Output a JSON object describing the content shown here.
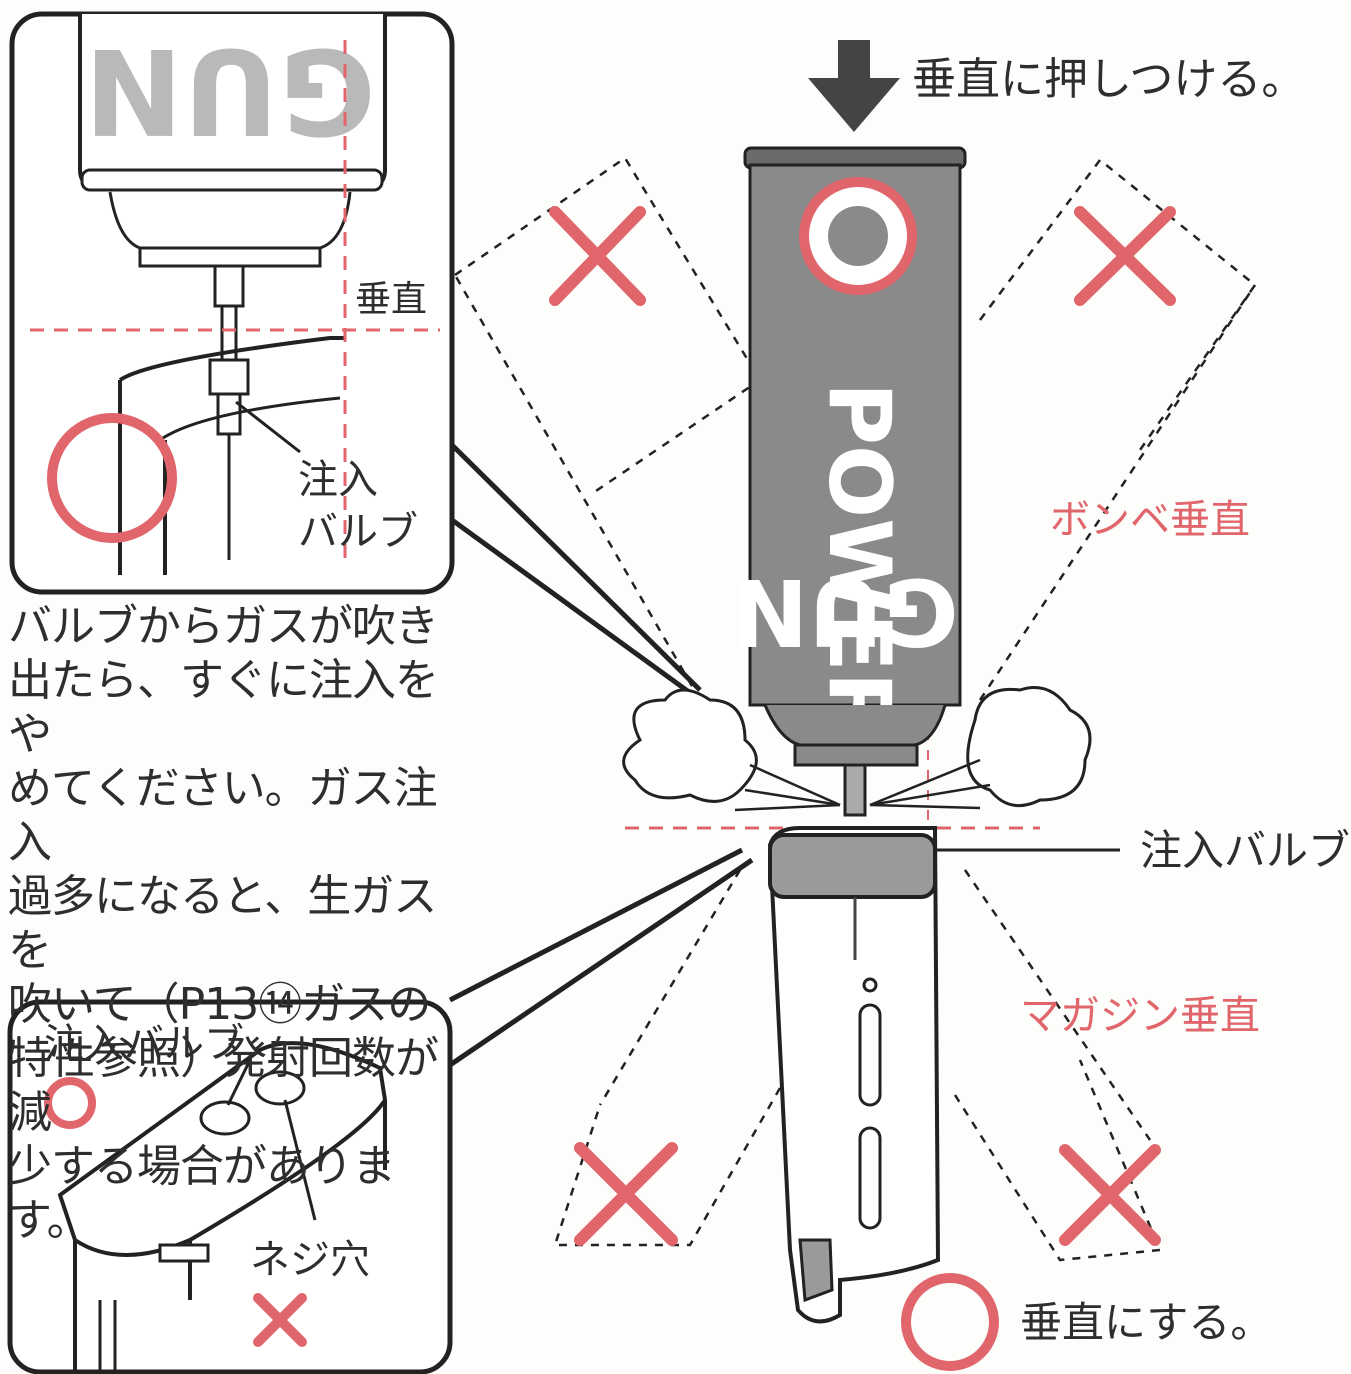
{
  "colors": {
    "ok": "#e0666c",
    "ng": "#e0666c",
    "ink": "#2e2e2e",
    "can_fill": "#8a8a8a"
  },
  "labels": {
    "press_vertical": "垂直に押しつける。",
    "vertical": "垂直",
    "inject_valve_stacked_1": "注入",
    "inject_valve_stacked_2": "バルブ",
    "bombe_vertical": "ボンベ垂直",
    "inject_valve": "注入バルブ",
    "magazine_vertical": "マガジン垂直",
    "inset_inject_valve": "注入バルブ",
    "screw_hole": "ネジ穴",
    "make_vertical": "垂直にする。"
  },
  "can_text": {
    "brand_top": "GUN",
    "brand_bottom": "POWER",
    "brand_small": "GAS",
    "inset_can_text": "GUN"
  },
  "note": "バルブからガスが吹き\n出たら、すぐに注入をや\nめてください。ガス注入\n過多になると、生ガスを\n吹いて（P13⑭ガスの\n特性参照）発射回数が減\n少する場合があります。",
  "marks": {
    "correct": "○",
    "wrong": "×"
  }
}
